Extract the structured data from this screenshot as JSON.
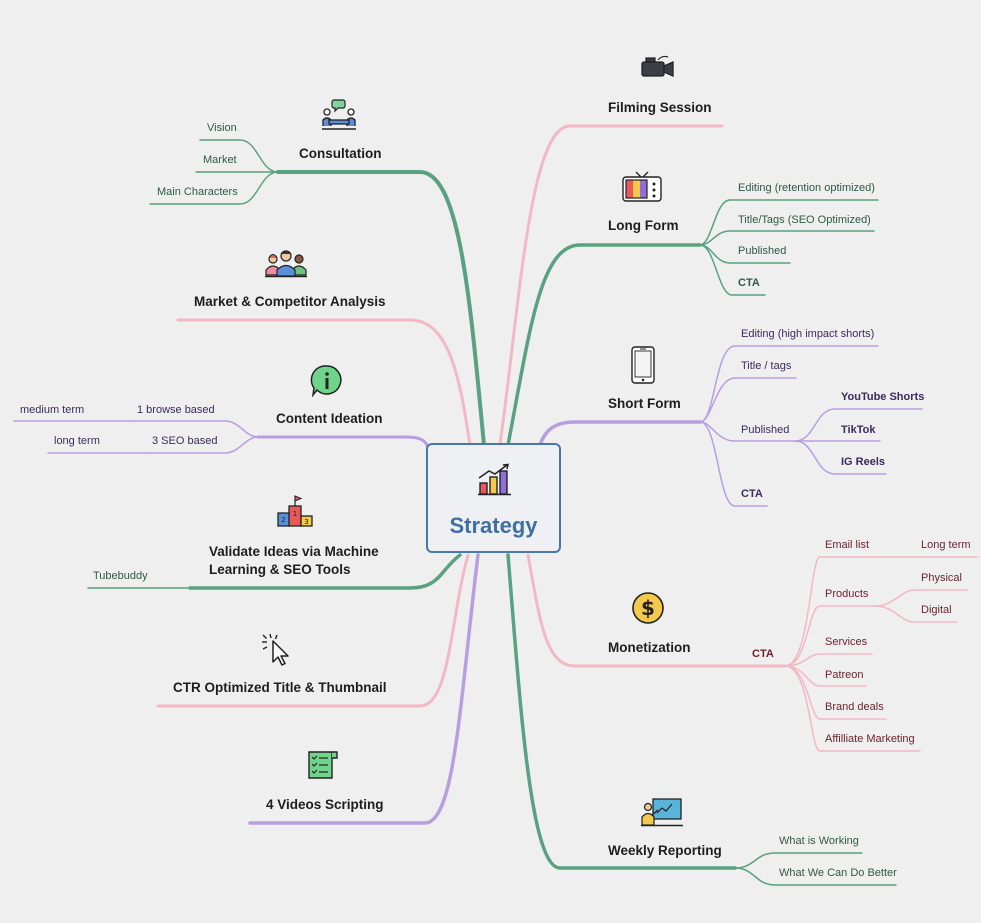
{
  "center": {
    "title": "Strategy",
    "icon": "growth-chart-icon"
  },
  "colors": {
    "green": "#5aa17f",
    "pink": "#f2b8c3",
    "purple": "#b89ee0",
    "center_border": "#4b77a8",
    "center_text": "#3f70a4",
    "background": "#efefef"
  },
  "left": {
    "consultation": {
      "label": "Consultation",
      "icon": "consultation-icon",
      "children": [
        "Vision",
        "Market",
        "Main Characters"
      ]
    },
    "market": {
      "label": "Market & Competitor Analysis",
      "icon": "people-group-icon"
    },
    "ideation": {
      "label": "Content Ideation",
      "icon": "info-icon",
      "children": [
        "1 browse based",
        "3 SEO based"
      ],
      "grandchildren": [
        "medium term",
        "long term"
      ]
    },
    "validate": {
      "label_line1": "Validate Ideas via Machine",
      "label_line2": "Learning & SEO Tools",
      "icon": "podium-icon",
      "children": [
        "Tubebuddy"
      ]
    },
    "ctr": {
      "label": "CTR Optimized Title & Thumbnail",
      "icon": "cursor-click-icon"
    },
    "scripting": {
      "label": "4 Videos Scripting",
      "icon": "checklist-icon"
    }
  },
  "right": {
    "filming": {
      "label": "Filming Session",
      "icon": "video-camera-icon"
    },
    "longform": {
      "label": "Long Form",
      "icon": "retro-tv-icon",
      "children": [
        "Editing (retention optimized)",
        "Title/Tags (SEO Optimized)",
        "Published",
        "CTA"
      ]
    },
    "shortform": {
      "label": "Short Form",
      "icon": "smartphone-icon",
      "children": [
        "Editing (high impact shorts)",
        "Title / tags",
        "Published",
        "CTA"
      ],
      "published_children": [
        "YouTube Shorts",
        "TikTok",
        "IG Reels"
      ]
    },
    "monetization": {
      "label": "Monetization",
      "icon": "dollar-coin-icon",
      "cta": "CTA",
      "children": [
        "Email list",
        "Products",
        "Services",
        "Patreon",
        "Brand deals",
        "Affilliate Marketing"
      ],
      "email_children": [
        "Long term"
      ],
      "product_children": [
        "Physical",
        "Digital"
      ]
    },
    "reporting": {
      "label": "Weekly Reporting",
      "icon": "presentation-board-icon",
      "children": [
        "What is Working",
        "What We Can Do Better"
      ]
    }
  }
}
